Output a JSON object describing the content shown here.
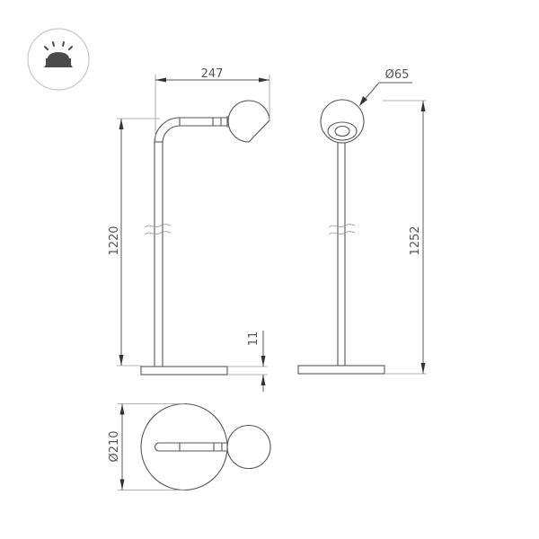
{
  "drawing": {
    "type": "technical-dimension-drawing",
    "subject": "floor lamp",
    "colors": {
      "line": "#555555",
      "text": "#555555",
      "icon_ring": "#c8c8c8",
      "icon_fill": "#4a4a4a",
      "background": "#ffffff"
    },
    "icon": {
      "name": "surface-mounted-light-icon"
    },
    "side_view": {
      "dimensions": {
        "arm_reach": "247",
        "height_to_arm": "1220",
        "base_thickness": "11"
      }
    },
    "front_view": {
      "dimensions": {
        "head_diameter": "Ø65",
        "total_height": "1252"
      }
    },
    "top_view": {
      "dimensions": {
        "base_diameter": "Ø210"
      }
    }
  }
}
